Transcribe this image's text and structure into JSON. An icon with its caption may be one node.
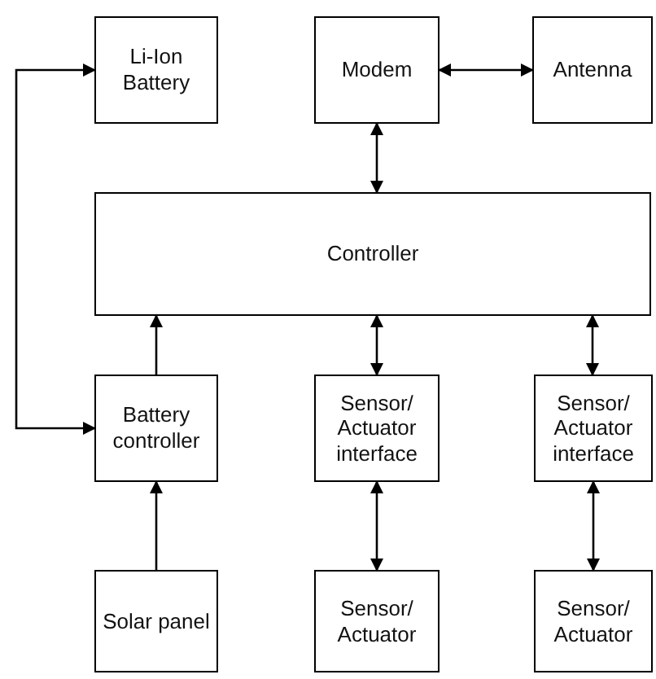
{
  "diagram": {
    "nodes": [
      {
        "text": [
          "Li-Ion Battery"
        ]
      },
      {
        "text": [
          "Modem"
        ]
      },
      {
        "text": [
          "Antenna"
        ]
      },
      {
        "text": [
          "Controller"
        ]
      },
      {
        "text": [
          "Battery controller"
        ]
      },
      {
        "text": [
          "Sensor/ Actuator interface"
        ]
      },
      {
        "text": [
          "Sensor/ Actuator interface"
        ]
      },
      {
        "text": [
          "Solar panel"
        ]
      },
      {
        "text": [
          "Sensor/ Actuator"
        ]
      },
      {
        "text": [
          "Sensor/ Actuator"
        ]
      }
    ],
    "edges": [
      {
        "from": 4,
        "to": 0,
        "arrow": "both"
      },
      {
        "from": 1,
        "to": 2,
        "arrow": "both"
      },
      {
        "from": 1,
        "to": 3,
        "arrow": "both"
      },
      {
        "from": 4,
        "to": 3,
        "arrow": "to"
      },
      {
        "from": 3,
        "to": 5,
        "arrow": "both"
      },
      {
        "from": 3,
        "to": 6,
        "arrow": "both"
      },
      {
        "from": 5,
        "to": 8,
        "arrow": "both"
      },
      {
        "from": 6,
        "to": 9,
        "arrow": "both"
      },
      {
        "from": 7,
        "to": 4,
        "arrow": "to"
      }
    ]
  }
}
